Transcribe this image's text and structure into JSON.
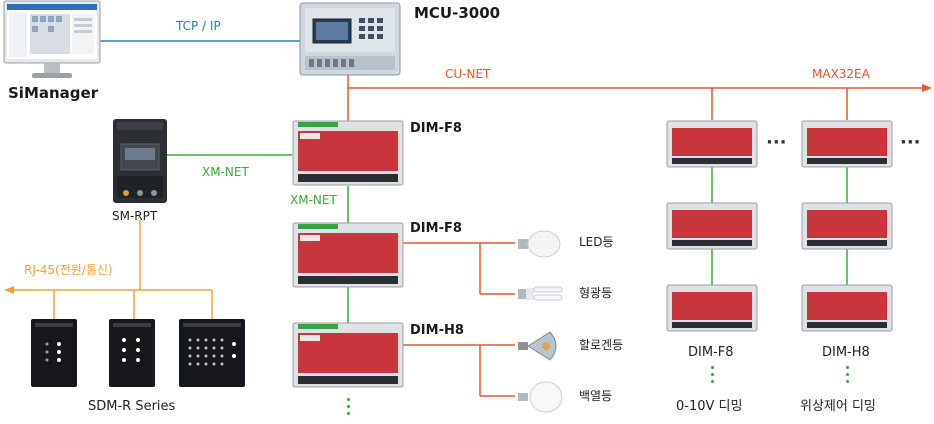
{
  "colors": {
    "tcp": "#2a7fb8",
    "cu_net": "#e8552b",
    "xm_net": "#3aaa35",
    "rj45": "#f0a23a",
    "module_red": "#c8353d",
    "module_gray": "#dfe2e5"
  },
  "labels": {
    "simanager": "SiManager",
    "tcp_ip": "TCP / IP",
    "mcu": "MCU-3000",
    "cu_net": "CU-NET",
    "max32ea": "MAX32EA",
    "sm_rpt": "SM-RPT",
    "xm_net_h": "XM-NET",
    "xm_net_v": "XM-NET",
    "rj45": "RJ-45(전원/통신)",
    "sdm_r": "SDM-R Series",
    "dim_f8_1": "DIM-F8",
    "dim_f8_2": "DIM-F8",
    "dim_h8": "DIM-H8",
    "led": "LED등",
    "fluorescent": "형광등",
    "halogen": "할로겐등",
    "incandescent": "백열등",
    "col_dim_f8": "DIM-F8",
    "col_dim_h8": "DIM-H8",
    "col_0_10v": "0-10V 디밍",
    "col_phase": "위상제어 디밍",
    "ellipsis_1": "···",
    "ellipsis_2": "···"
  }
}
